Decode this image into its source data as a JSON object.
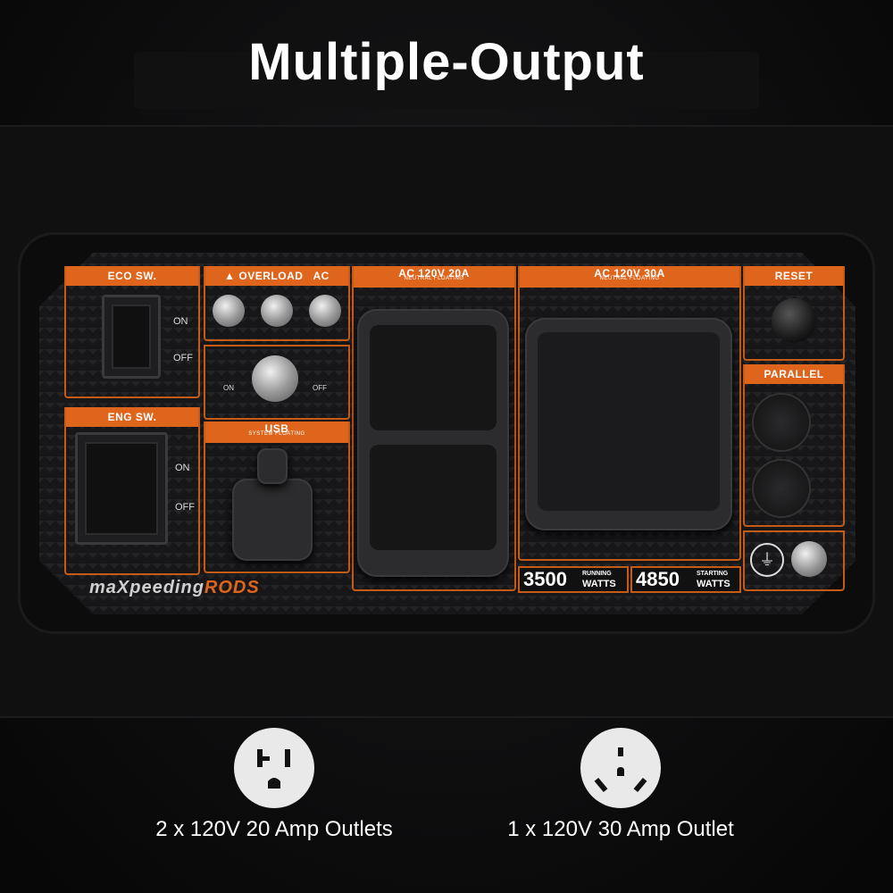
{
  "title": "Multiple-Output",
  "panel": {
    "eco_label": "ECO SW.",
    "eco_on": "ON",
    "eco_off": "OFF",
    "overload_label": "OVERLOAD",
    "ac_label": "AC",
    "choke_on": "ON",
    "choke_off": "OFF",
    "eng_label": "ENG SW.",
    "eng_on": "ON",
    "eng_off": "OFF",
    "usb_label": "USB",
    "usb_sub": "SYSTEM FLOATING",
    "outlet20_label": "AC 120V 20A",
    "outlet20_sub": "NEUTRAL FLOATING",
    "outlet30_label": "AC 120V 30A",
    "outlet30_sub": "NEUTRAL FLOATING",
    "reset_label": "RESET",
    "parallel_label": "PARALLEL",
    "running_watts": "3500",
    "running_label_1": "RUNNING",
    "running_label_2": "WATTS",
    "starting_watts": "4850",
    "starting_label_1": "STARTING",
    "starting_label_2": "WATTS",
    "brand_main": "maXpeeding",
    "brand_accent": "RODS"
  },
  "features": [
    {
      "caption": "2 x 120V 20 Amp Outlets",
      "icon": "nema-5-20-outlet-icon"
    },
    {
      "caption": "1 x 120V 30 Amp Outlet",
      "icon": "tt-30-outlet-icon"
    }
  ],
  "colors": {
    "accent": "#e0651c",
    "panel": "#17171a",
    "icon_bg": "#e9e9e9"
  }
}
